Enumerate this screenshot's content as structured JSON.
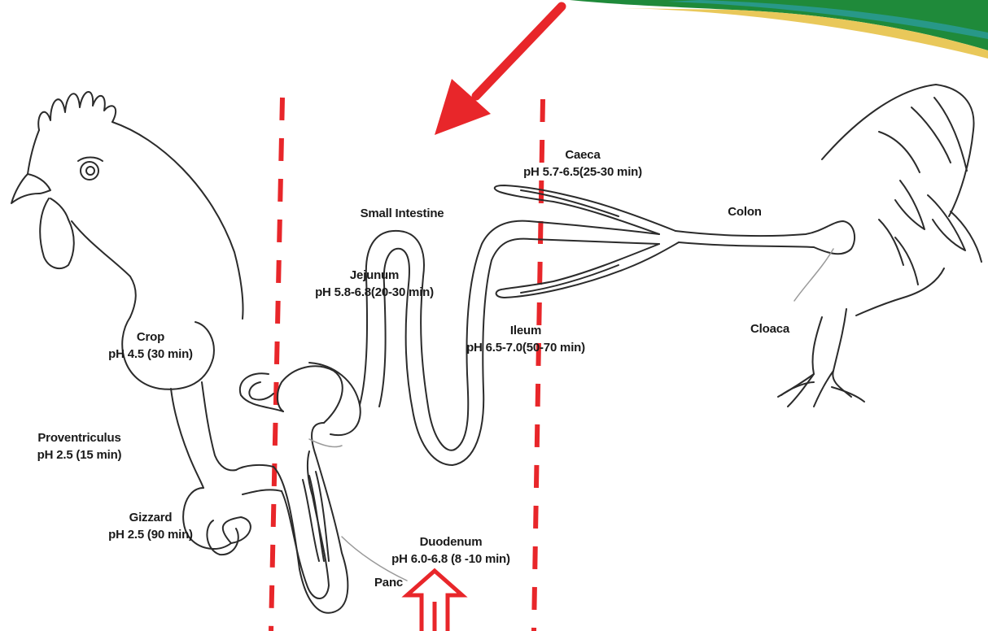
{
  "labels": {
    "crop": {
      "name": "Crop",
      "ph": "pH 4.5 (30 min)"
    },
    "proventriculus": {
      "name": "Proventriculus",
      "ph": "pH 2.5 (15 min)"
    },
    "gizzard": {
      "name": "Gizzard",
      "ph": "pH 2.5 (90 min)"
    },
    "small_intestine": "Small Intestine",
    "jejunum": {
      "name": "Jejunum",
      "ph": "pH 5.8-6.8(20-30 min)"
    },
    "ileum": {
      "name": "Ileum",
      "ph": "pH 6.5-7.0(50-70 min)"
    },
    "caeca": {
      "name": "Caeca",
      "ph": "pH 5.7-6.5(25-30 min)"
    },
    "colon": "Colon",
    "cloaca": "Cloaca",
    "duodenum": {
      "name": "Duodenum",
      "ph": "pH 6.0-6.8 (8 -10 min)"
    },
    "pancreas_partial": "Panc"
  },
  "colors": {
    "outline": "#2b2b2b",
    "marker": "#e8262a",
    "banner_green": "#1f8a3a",
    "banner_yellow": "#e9c85a"
  },
  "icons": [
    "arrow-down-left-icon",
    "hollow-arrow-up-icon",
    "rooster-head-drawing",
    "rooster-tail-drawing",
    "digestive-tract-drawing"
  ]
}
